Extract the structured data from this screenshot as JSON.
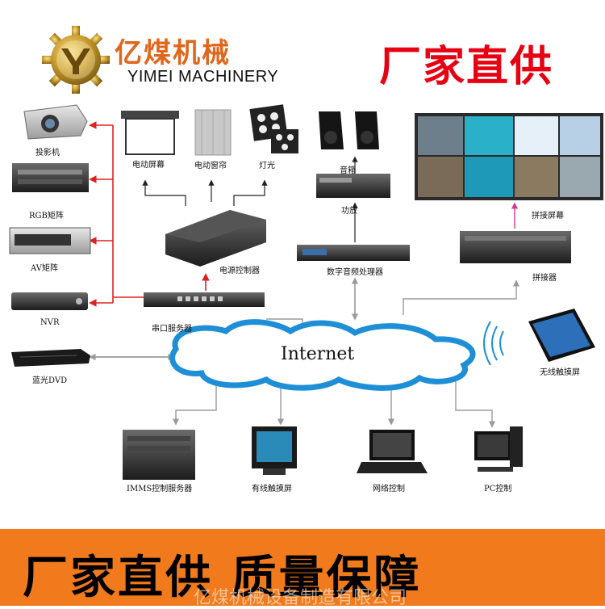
{
  "colors": {
    "accent_orange": "#f07a1c",
    "slogan_red": "#e60012",
    "cloud_blue": "#1e8fd6",
    "arrow_red": "#e02020",
    "arrow_gray": "#9a9a9a"
  },
  "header": {
    "logo_title": "亿煤机械",
    "logo_subtitle": "YIMEI MACHINERY",
    "logo_icon": "gear-logo-icon",
    "slogan": "厂家直供"
  },
  "network": {
    "label": "Internet"
  },
  "devices": {
    "projector": "投影机",
    "rgb_matrix": "RGB矩阵",
    "av_matrix": "AV矩阵",
    "nvr": "NVR",
    "bluray": "蓝光DVD",
    "motor_screen": "电动屏幕",
    "motor_curtain": "电动窗帘",
    "lighting": "灯光",
    "power_controller": "电源控制器",
    "serial_server": "串口服务器",
    "speakers": "音箱",
    "amplifier": "功放",
    "audio_processor": "数字音频处理器",
    "splice_screen": "拼接屏幕",
    "splicer": "拼接器",
    "wireless_touch": "无线触摸屏",
    "imms_server": "IMMS控制服务器",
    "wired_touch": "有线触摸屏",
    "network_control": "网络控制",
    "pc_control": "PC控制"
  },
  "footer": {
    "banner_text": "厂家直供  质量保障",
    "watermark": "亿煤机械设备制造有限公司"
  }
}
